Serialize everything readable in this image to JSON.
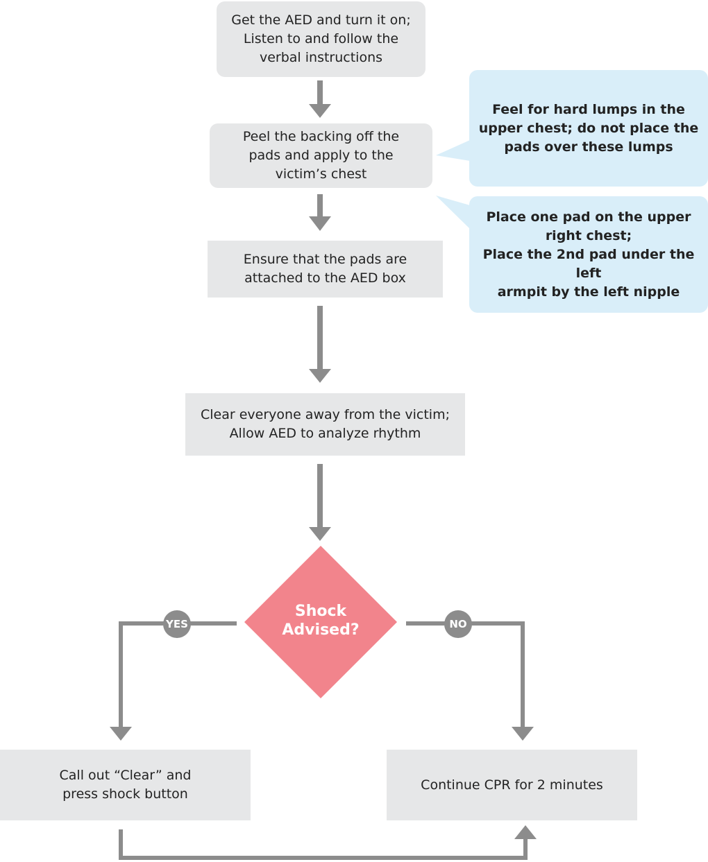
{
  "steps": {
    "get_aed": "Get the AED and turn it on;\nListen to and follow the\nverbal instructions",
    "peel_pads": "Peel the backing off the\npads and apply to the\nvictim’s chest",
    "ensure_attached": "Ensure that the pads are\nattached to the AED box",
    "clear_everyone": "Clear everyone away from the victim;\nAllow AED to analyze rhythm",
    "call_clear": "Call out “Clear” and\npress shock button",
    "continue_cpr": "Continue CPR for 2 minutes"
  },
  "decision": {
    "line1": "Shock",
    "line2": "Advised?",
    "yes": "YES",
    "no": "NO"
  },
  "callouts": {
    "lumps": "Feel for hard lumps in the\nupper chest; do not place the\npads over these lumps",
    "placement": "Place one pad on the upper\nright chest;\nPlace the 2nd pad under the left\narmpit by the left nipple"
  },
  "colors": {
    "box": "#e6e7e8",
    "callout": "#d9eef9",
    "arrow": "#8c8c8c",
    "decision": "#f2848c"
  }
}
